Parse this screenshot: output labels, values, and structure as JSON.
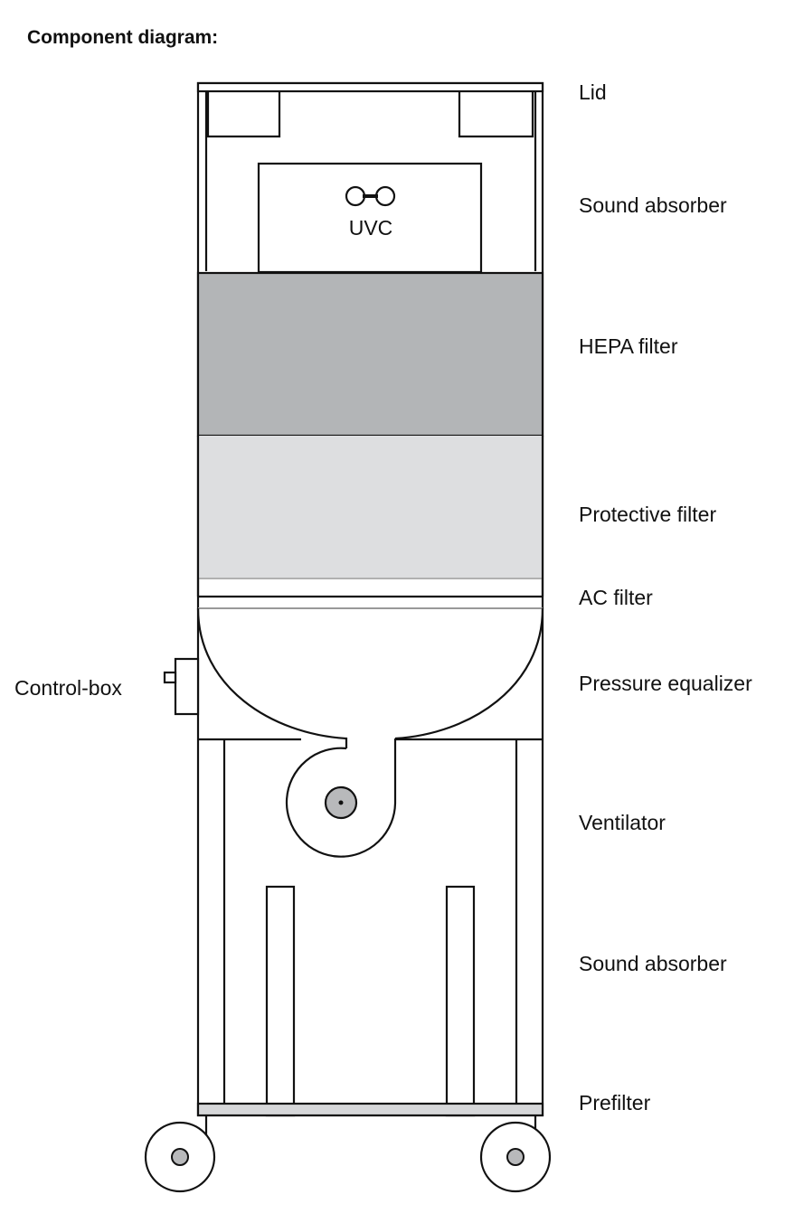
{
  "title": "Component diagram:",
  "uvc_label": "UVC",
  "labels": {
    "lid": "Lid",
    "sound_absorber_top": "Sound absorber",
    "hepa_filter": "HEPA filter",
    "protective_filter": "Protective filter",
    "ac_filter": "AC filter",
    "pressure_equalizer": "Pressure equalizer",
    "ventilator": "Ventilator",
    "sound_absorber_bottom": "Sound absorber",
    "prefilter": "Prefilter",
    "control_box": "Control-box"
  },
  "colors": {
    "outline": "#111111",
    "hepa": "#b3b5b7",
    "protective": "#dddee0",
    "hub": "#b8b9bb",
    "prefilter": "#d6d7d9"
  }
}
